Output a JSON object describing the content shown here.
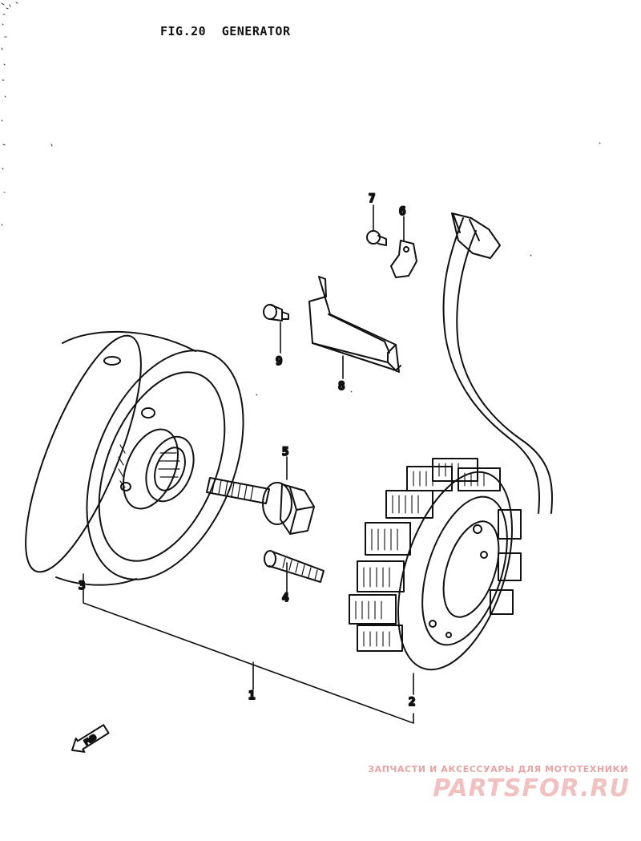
{
  "figure": {
    "title": "FIG.20 GENERATOR"
  },
  "callouts": {
    "c1": "1",
    "c2": "2",
    "c3": "3",
    "c4": "4",
    "c5": "5",
    "c6": "6",
    "c7": "7",
    "c8": "8",
    "c9": "9"
  },
  "direction_marker": {
    "label": "FWD",
    "icon": "forward-arrow-icon"
  },
  "watermark": {
    "tagline": "ЗАПЧАСТИ И АКСЕССУАРЫ ДЛЯ МОТОТЕХНИКИ",
    "logo": "PARTSFOR.RU",
    "color": "#e7a3a3"
  }
}
